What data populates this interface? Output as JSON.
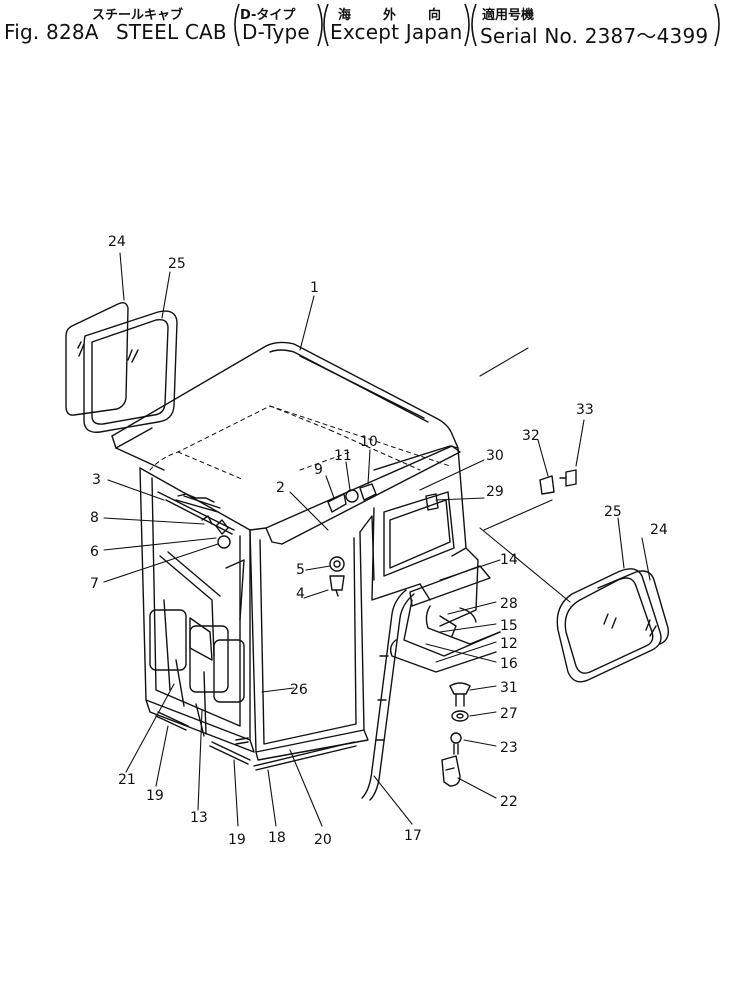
{
  "header": {
    "jp": {
      "cab": "スチールキャブ",
      "type": "D-タイプ",
      "overseas_1": "海",
      "overseas_2": "外",
      "overseas_3": "向",
      "serial": "適用号機"
    },
    "fig": "Fig. 828A",
    "name": "STEEL CAB",
    "type": "D-Type",
    "market": "Except Japan",
    "serial": "Serial No. 2387～4399"
  },
  "callouts": [
    "1",
    "2",
    "3",
    "4",
    "5",
    "6",
    "7",
    "8",
    "9",
    "10",
    "11",
    "12",
    "13",
    "14",
    "15",
    "16",
    "17",
    "18",
    "19",
    "19",
    "20",
    "21",
    "22",
    "23",
    "24",
    "24",
    "25",
    "25",
    "26",
    "27",
    "28",
    "29",
    "30",
    "31",
    "32",
    "33"
  ]
}
